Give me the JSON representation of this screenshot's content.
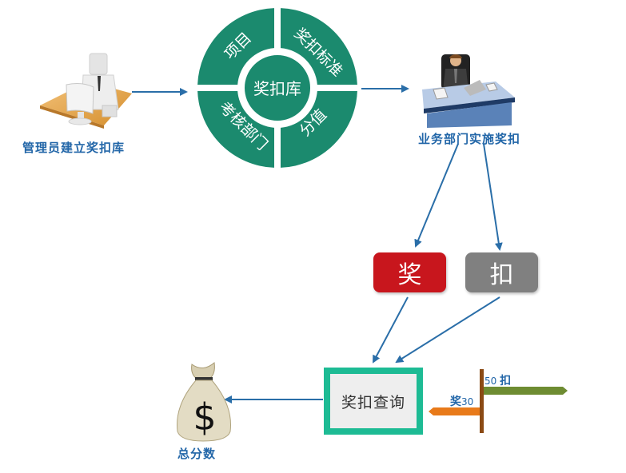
{
  "nodes": {
    "admin": {
      "label": "管理员建立奖扣库"
    },
    "library": {
      "center": "奖扣库",
      "segments": [
        "项目",
        "奖扣标准",
        "考核部门",
        "分值"
      ],
      "color": "#1b8a6e"
    },
    "department": {
      "label": "业务部门实施奖扣"
    },
    "reward": {
      "label": "奖",
      "color": "#c8161d"
    },
    "deduct": {
      "label": "扣",
      "color": "#808080"
    },
    "query": {
      "label": "奖扣查询",
      "border_color": "#1dbb94"
    },
    "total": {
      "label": "总分数",
      "icon_symbol": "$"
    },
    "signpost": {
      "deduct_value": "50",
      "deduct_label": "扣",
      "reward_label": "奖",
      "reward_value": "30",
      "deduct_color": "#6e8c32",
      "reward_color": "#e87a1a"
    }
  },
  "edges": [
    {
      "from": "admin",
      "to": "library"
    },
    {
      "from": "library",
      "to": "department"
    },
    {
      "from": "department",
      "to": "reward"
    },
    {
      "from": "department",
      "to": "deduct"
    },
    {
      "from": "reward",
      "to": "query"
    },
    {
      "from": "deduct",
      "to": "query"
    },
    {
      "from": "query",
      "to": "total"
    }
  ],
  "arrow_color": "#2a6ea8"
}
